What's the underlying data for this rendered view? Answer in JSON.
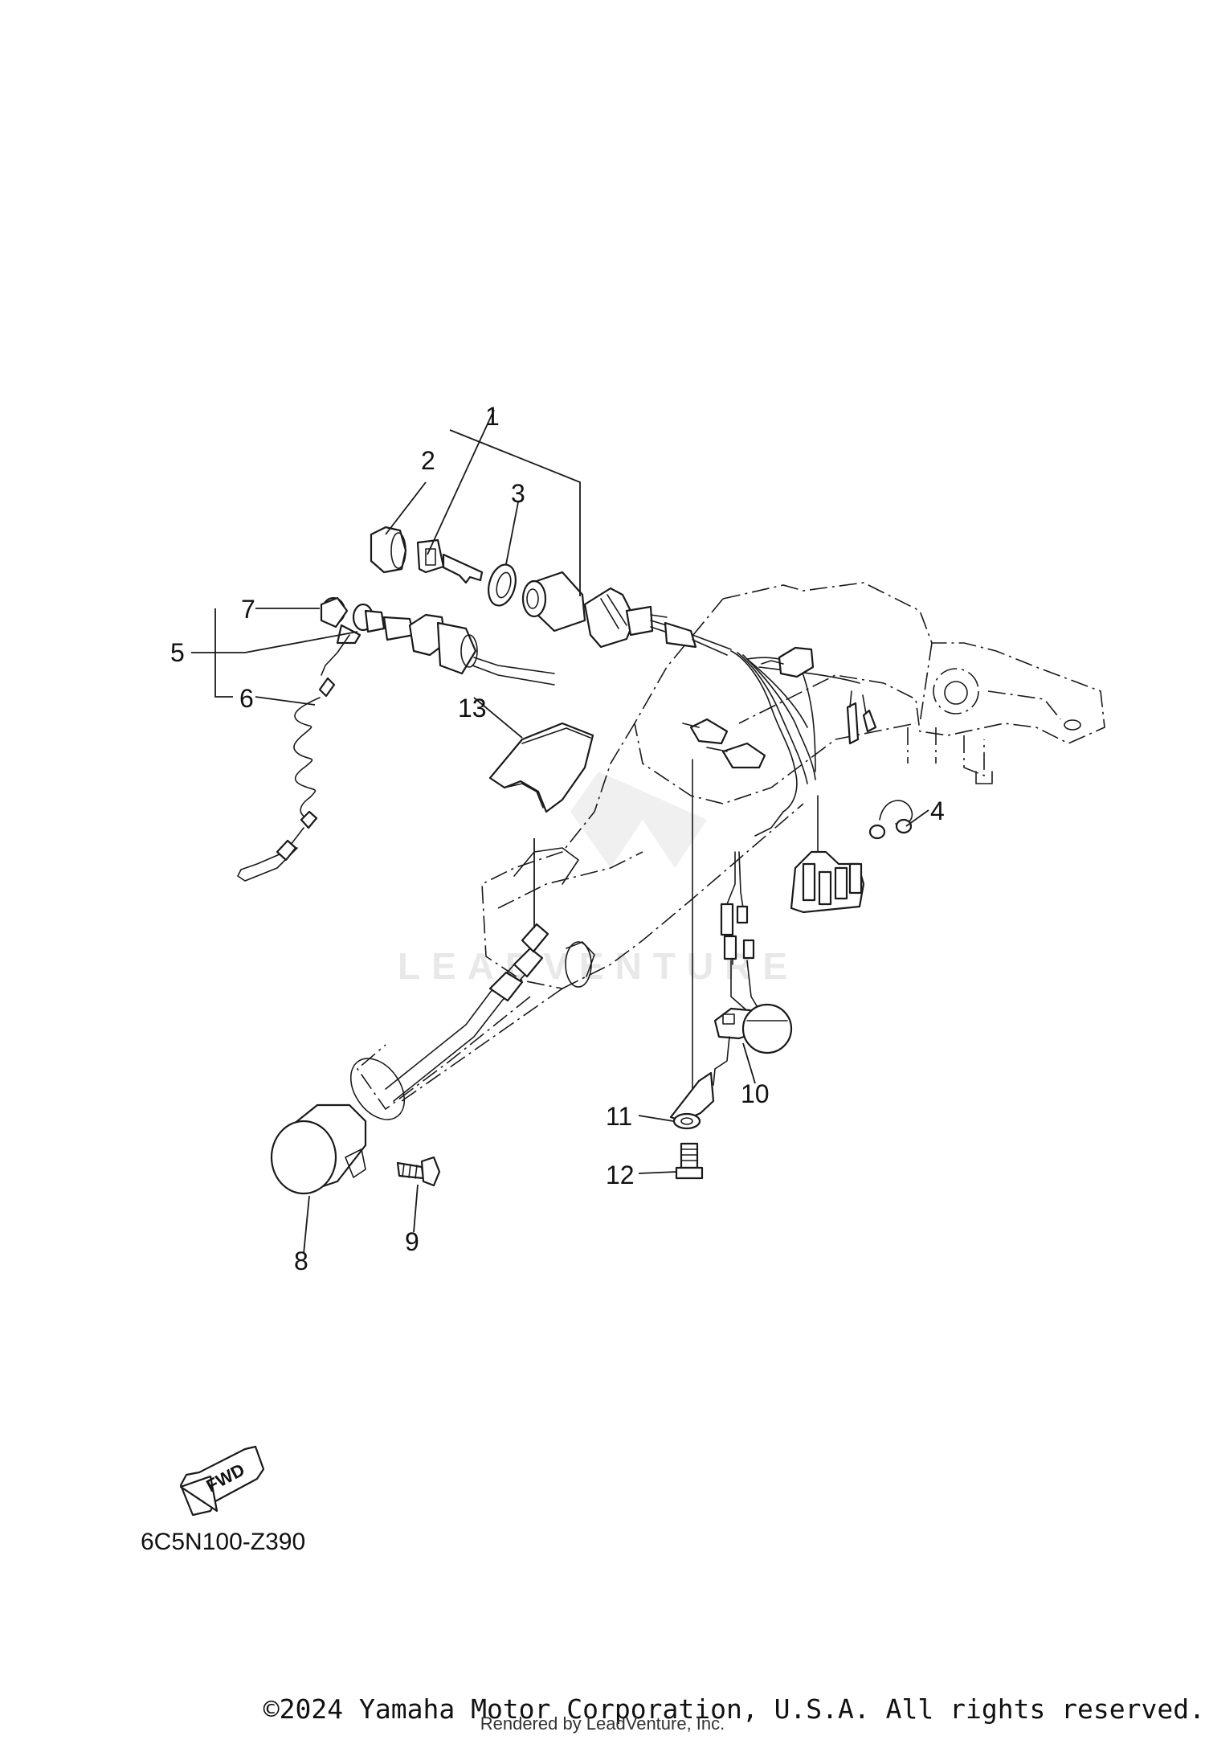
{
  "diagram": {
    "callouts": [
      {
        "id": "1",
        "label": "1"
      },
      {
        "id": "2",
        "label": "2"
      },
      {
        "id": "3",
        "label": "3"
      },
      {
        "id": "4",
        "label": "4"
      },
      {
        "id": "5",
        "label": "5"
      },
      {
        "id": "6",
        "label": "6"
      },
      {
        "id": "7",
        "label": "7"
      },
      {
        "id": "8",
        "label": "8"
      },
      {
        "id": "9",
        "label": "9"
      },
      {
        "id": "10",
        "label": "10"
      },
      {
        "id": "11",
        "label": "11"
      },
      {
        "id": "12",
        "label": "12"
      },
      {
        "id": "13",
        "label": "13"
      }
    ],
    "fwd_label": "FWD",
    "diagram_code": "6C5N100-Z390",
    "watermark": "LEADVENTURE"
  },
  "footer": {
    "copyright": "©2024 Yamaha Motor Corporation, U.S.A. All rights reserved.",
    "rendered_by": "Rendered by LeadVenture, Inc."
  }
}
